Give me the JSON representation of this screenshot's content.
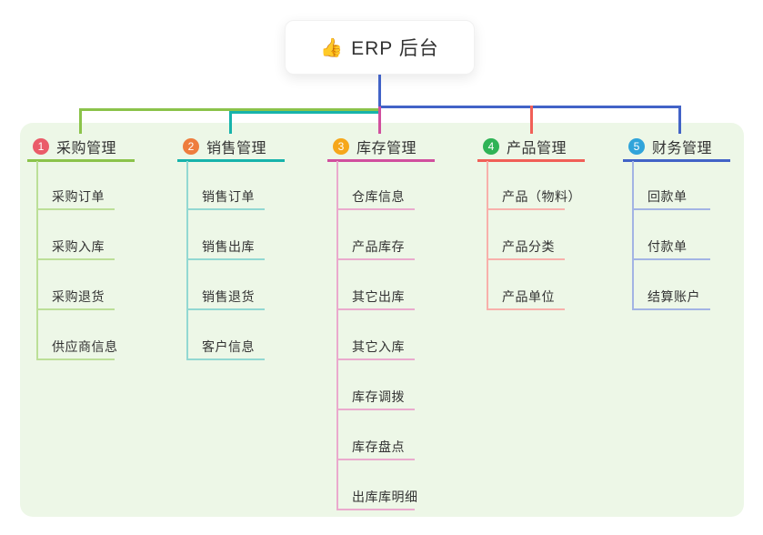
{
  "root": {
    "icon": "👍",
    "title": "ERP 后台"
  },
  "colors": {
    "page_bg": "#ffffff",
    "panel_bg": "#edf7e7",
    "card_bg": "#ffffff",
    "text": "#333333",
    "stem": "#4263c7"
  },
  "branches": [
    {
      "badge": "1",
      "label": "采购管理",
      "badge_color": "#ea5b69",
      "line_color": "#8bc34a",
      "item_line_color": "#bcdf98",
      "items": [
        "采购订单",
        "采购入库",
        "采购退货",
        "供应商信息"
      ]
    },
    {
      "badge": "2",
      "label": "销售管理",
      "badge_color": "#ee7d3e",
      "line_color": "#17b3ab",
      "item_line_color": "#92d8d2",
      "items": [
        "销售订单",
        "销售出库",
        "销售退货",
        "客户信息"
      ]
    },
    {
      "badge": "3",
      "label": "库存管理",
      "badge_color": "#f6a71b",
      "line_color": "#d14f9e",
      "item_line_color": "#eaaacd",
      "items": [
        "仓库信息",
        "产品库存",
        "其它出库",
        "其它入库",
        "库存调拨",
        "库存盘点",
        "出库库明细"
      ]
    },
    {
      "badge": "4",
      "label": "产品管理",
      "badge_color": "#2fb356",
      "line_color": "#f15f57",
      "item_line_color": "#f8b0ab",
      "items": [
        "产品（物料）",
        "产品分类",
        "产品单位"
      ]
    },
    {
      "badge": "5",
      "label": "财务管理",
      "badge_color": "#30a4da",
      "line_color": "#4263c7",
      "item_line_color": "#a3b4e4",
      "items": [
        "回款单",
        "付款单",
        "结算账户"
      ]
    }
  ]
}
